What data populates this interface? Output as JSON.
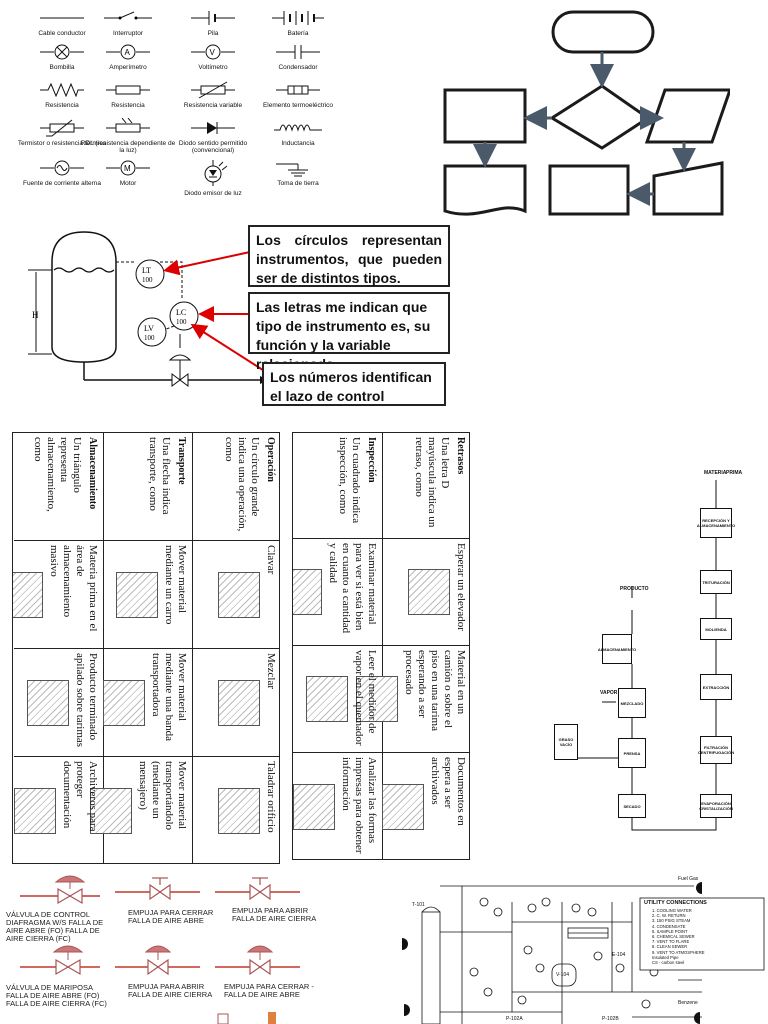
{
  "electrical_symbols": [
    {
      "name": "Cable conductor",
      "icon": "wire-icon"
    },
    {
      "name": "Interruptor",
      "icon": "switch-icon"
    },
    {
      "name": "Pila",
      "icon": "cell-icon"
    },
    {
      "name": "Batería",
      "icon": "battery-icon"
    },
    {
      "name": "Bombilla",
      "icon": "lamp-icon"
    },
    {
      "name": "Amperímetro",
      "icon": "ammeter-icon"
    },
    {
      "name": "Voltímetro",
      "icon": "voltmeter-icon"
    },
    {
      "name": "Condensador",
      "icon": "capacitor-icon"
    },
    {
      "name": "Resistencia",
      "icon": "resistor-zigzag-icon"
    },
    {
      "name": "Resistencia",
      "icon": "resistor-box-icon"
    },
    {
      "name": "Resistencia variable",
      "icon": "variable-resistor-icon"
    },
    {
      "name": "Elemento termoeléctrico",
      "icon": "thermoelectric-icon"
    },
    {
      "name": "Termistor o resistencia térmica",
      "icon": "thermistor-icon"
    },
    {
      "name": "RDL (resistencia dependiente de la luz)",
      "icon": "ldr-icon"
    },
    {
      "name": "Diodo sentido permitido (convencional)",
      "icon": "diode-icon"
    },
    {
      "name": "Inductancia",
      "icon": "inductor-icon"
    },
    {
      "name": "Fuente de corriente alterna",
      "icon": "ac-source-icon"
    },
    {
      "name": "Motor",
      "icon": "motor-icon"
    },
    {
      "name": "Diodo emisor de luz",
      "icon": "led-icon"
    },
    {
      "name": "Toma de tierra",
      "icon": "ground-icon"
    }
  ],
  "instrument_diagram": {
    "instruments": [
      {
        "tag": "LT",
        "num": "100"
      },
      {
        "tag": "LC",
        "num": "100"
      },
      {
        "tag": "LV",
        "num": "100"
      }
    ],
    "height_label": "H",
    "captions": [
      "Los círculos representan instrumentos, que pueden ser de distintos tipos.",
      "Las letras me indican que tipo de instrumento es, su función y la variable relacionada.",
      "Los números identifican el lazo de control"
    ]
  },
  "process_table_left": {
    "rows": [
      {
        "head": "Operación",
        "desc": "Un círculo grande indica una operación, como",
        "ex": [
          "Clavar",
          "Mezclar",
          "Taladrar orificio"
        ]
      },
      {
        "head": "Transporte",
        "desc": "Una flecha indica transporte, como",
        "ex": [
          "Mover material mediante un carro",
          "Mover material mediante una banda transportadora",
          "Mover material transportándolo (mediante un mensajero)"
        ]
      },
      {
        "head": "Almacenamiento",
        "desc": "Un triángulo representa almacenamiento, como",
        "ex": [
          "Materia prima en el área de almacenamiento masivo",
          "Producto terminado apilado sobre tarimas",
          "Archiveros para proteger documentación"
        ]
      }
    ]
  },
  "process_table_right": {
    "rows": [
      {
        "head": "Retrasos",
        "desc": "Una letra D mayúscula indica un retraso, como",
        "ex": [
          "Esperar un elevador",
          "Material en un camión o sobre el piso en una tarima esperando a ser procesado",
          "Documentos en espera a ser archivados"
        ]
      },
      {
        "head": "Inspección",
        "desc": "Un cuadrado indica inspección, como",
        "ex": [
          "Examinar material para ver si está bien en cuanto a cantidad y calidad",
          "Leer el medidor de vapor en el quemador",
          "Analizar las formas impresas para obtener información"
        ]
      }
    ]
  },
  "block_flow": {
    "inputs": [
      "MATERIA",
      "PRIMA"
    ],
    "main_chain": [
      "RECEPCIÓN Y ALMACENAMIENTO",
      "TRITURACIÓN",
      "MOLIENDA",
      "EXTRACCIÓN",
      "FILTRACIÓN CENTRIFUGACIÓN",
      "EVAPORACIÓN CRISTALIZACIÓN"
    ],
    "side_chain": [
      "SECADO",
      "PRENSA",
      "MEZCLADO",
      "ALMACENAMIENTO"
    ],
    "side_box": "GRASO VACÍO",
    "labels": [
      "PRODUCTO",
      "VAPOR"
    ]
  },
  "valves": {
    "labels": [
      "VÁLVULA DE CONTROL DIAFRAGMA W/S FALLA DE AIRE ABRE (FO) FALLA DE AIRE CIERRA (FC)",
      "EMPUJA PARA CERRAR FALLA DE AIRE ABRE",
      "EMPUJA PARA ABRIR FALLA DE AIRE CIERRA",
      "VÁLVULA DE MARIPOSA FALLA DE AIRE ABRE (FO) FALLA DE AIRE CIERRA (FC)",
      "EMPUJA PARA ABRIR FALLA DE AIRE CIERRA",
      "EMPUJA PARA CERRAR -FALLA DE AIRE ABRE"
    ]
  },
  "pid": {
    "legend_title": "UTILITY CONNECTIONS",
    "legend_items": [
      "1. COOLING WATER",
      "2. C. W. RETURN",
      "3. 150 PSIG STEAM",
      "4. CONDENSATE",
      "5. SAMPLE POINT",
      "6. CHEMICAL SEWER",
      "7. VENT TO FLARE",
      "8. CLEAN SEWER",
      "9. VENT TO ATMOSPHERE",
      "Insulated Pipe",
      "CS - carbon steel"
    ],
    "tags": [
      "T-101",
      "V-104",
      "E-104",
      "P-102A",
      "P-102B"
    ],
    "labels": [
      "Fuel Gas",
      "Benzene"
    ]
  },
  "flowchart": {}
}
